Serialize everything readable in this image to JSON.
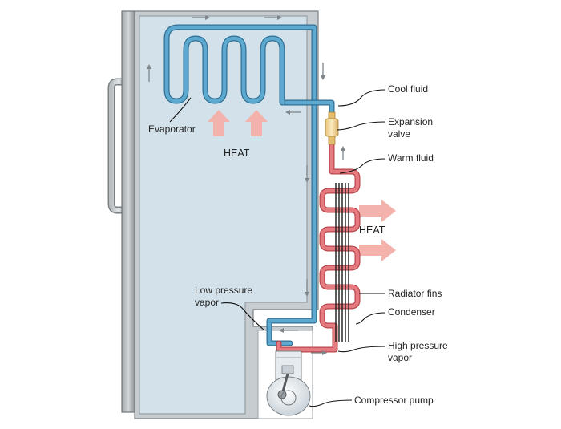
{
  "labels": {
    "cool_fluid": "Cool fluid",
    "expansion_valve_line1": "Expansion",
    "expansion_valve_line2": "valve",
    "warm_fluid": "Warm fluid",
    "radiator_fins": "Radiator fins",
    "condenser": "Condenser",
    "high_pressure_line1": "High pressure",
    "high_pressure_line2": "vapor",
    "compressor_pump": "Compressor pump",
    "low_pressure_line1": "Low pressure",
    "low_pressure_line2": "vapor",
    "evaporator": "Evaporator",
    "heat_inside": "HEAT",
    "heat_outside": "HEAT"
  },
  "colors": {
    "interior": "#d2e1ea",
    "wall": "#c7ccd0",
    "wall_edge": "#7c8184",
    "cool_pipe": "#4f9dc3",
    "warm_pipe": "#e07277",
    "heat_arrow": "#f3b2ab",
    "flow_arrow": "#7d858a",
    "leader_line": "#111111",
    "text": "#222222"
  }
}
